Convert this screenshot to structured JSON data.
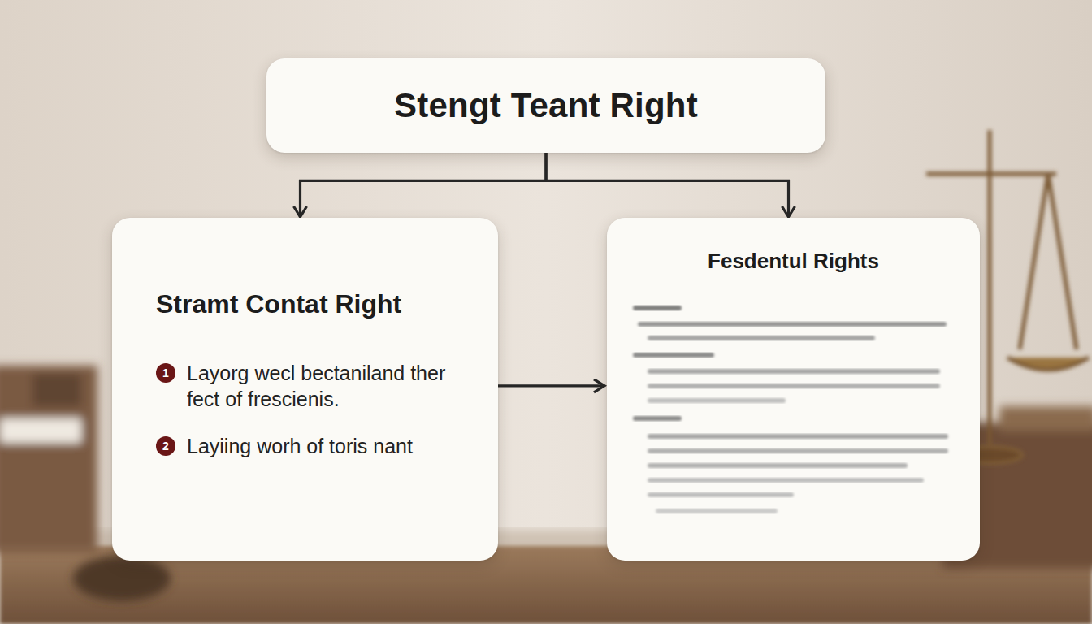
{
  "diagram": {
    "nodes": [
      {
        "text": [
          "Stengt Teant Right"
        ]
      },
      {
        "text": [
          "Stramt Contat Right",
          "Layorg wecl bectaniland ther fect of frescienis.",
          "Layiing worh of toris nant"
        ]
      },
      {
        "text": [
          "Fesdentul Rights"
        ]
      }
    ],
    "edges": [
      {
        "from": 0,
        "to": 1,
        "arrow": "to"
      },
      {
        "from": 0,
        "to": 2,
        "arrow": "to"
      },
      {
        "from": 1,
        "to": 2,
        "arrow": "to"
      }
    ],
    "labels": [
      "1",
      "2"
    ]
  }
}
